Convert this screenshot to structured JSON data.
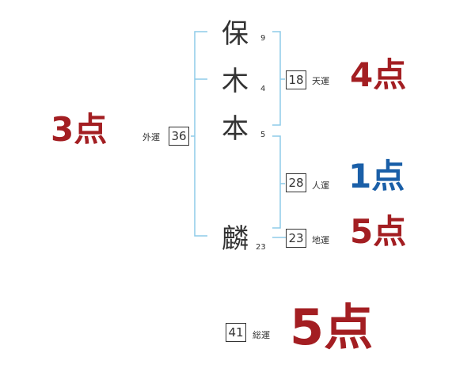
{
  "name_chars": [
    {
      "char": "保",
      "strokes": "9"
    },
    {
      "char": "木",
      "strokes": "4"
    },
    {
      "char": "本",
      "strokes": "5"
    },
    {
      "char": "麟",
      "strokes": "23"
    }
  ],
  "fortunes": {
    "gaiun": {
      "label": "外運",
      "value": "36",
      "score": "3点",
      "color": "#a31e22"
    },
    "tenun": {
      "label": "天運",
      "value": "18",
      "score": "4点",
      "color": "#a31e22"
    },
    "jinun": {
      "label": "人運",
      "value": "28",
      "score": "1点",
      "color": "#1a5fa8"
    },
    "chiun": {
      "label": "地運",
      "value": "23",
      "score": "5点",
      "color": "#a31e22"
    },
    "souun": {
      "label": "総運",
      "value": "41",
      "score": "5点",
      "color": "#a31e22"
    }
  },
  "colors": {
    "bracket": "#8ecbe8",
    "text": "#333333"
  }
}
